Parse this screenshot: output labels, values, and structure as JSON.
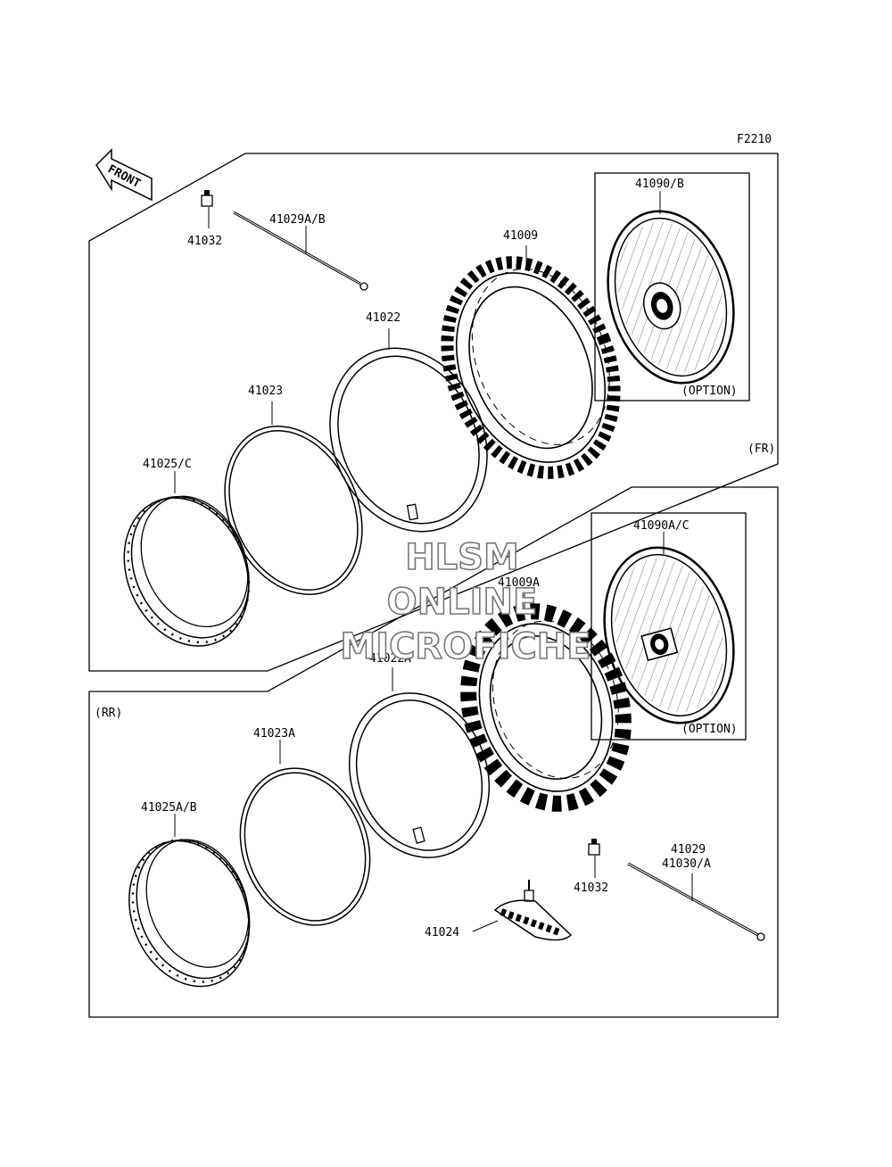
{
  "figure_code": "F2210",
  "front_arrow_label": "FRONT",
  "front_section_label": "(FR)",
  "rear_section_label": "(RR)",
  "option_label_front": "(OPTION)",
  "option_label_rear": "(OPTION)",
  "watermark": [
    "HLSM",
    "ONLINE",
    "MICROFICHE"
  ],
  "parts_front": {
    "valve_cap": "41032",
    "spoke": "41029A/B",
    "tire": "41009",
    "tube": "41022",
    "rim_band": "41023",
    "rim": "41025/C",
    "wheel_assy": "41090/B"
  },
  "parts_rear": {
    "tire": "41009A",
    "tube": "41022A",
    "rim_band": "41023A",
    "rim": "41025A/B",
    "wheel_assy": "41090A/C",
    "valve_cap": "41032",
    "spoke_1": "41029",
    "spoke_2": "41030/A",
    "rim_lock": "41024"
  },
  "colors": {
    "line": "#000000",
    "background": "#ffffff",
    "watermark_outline": "#777777"
  }
}
